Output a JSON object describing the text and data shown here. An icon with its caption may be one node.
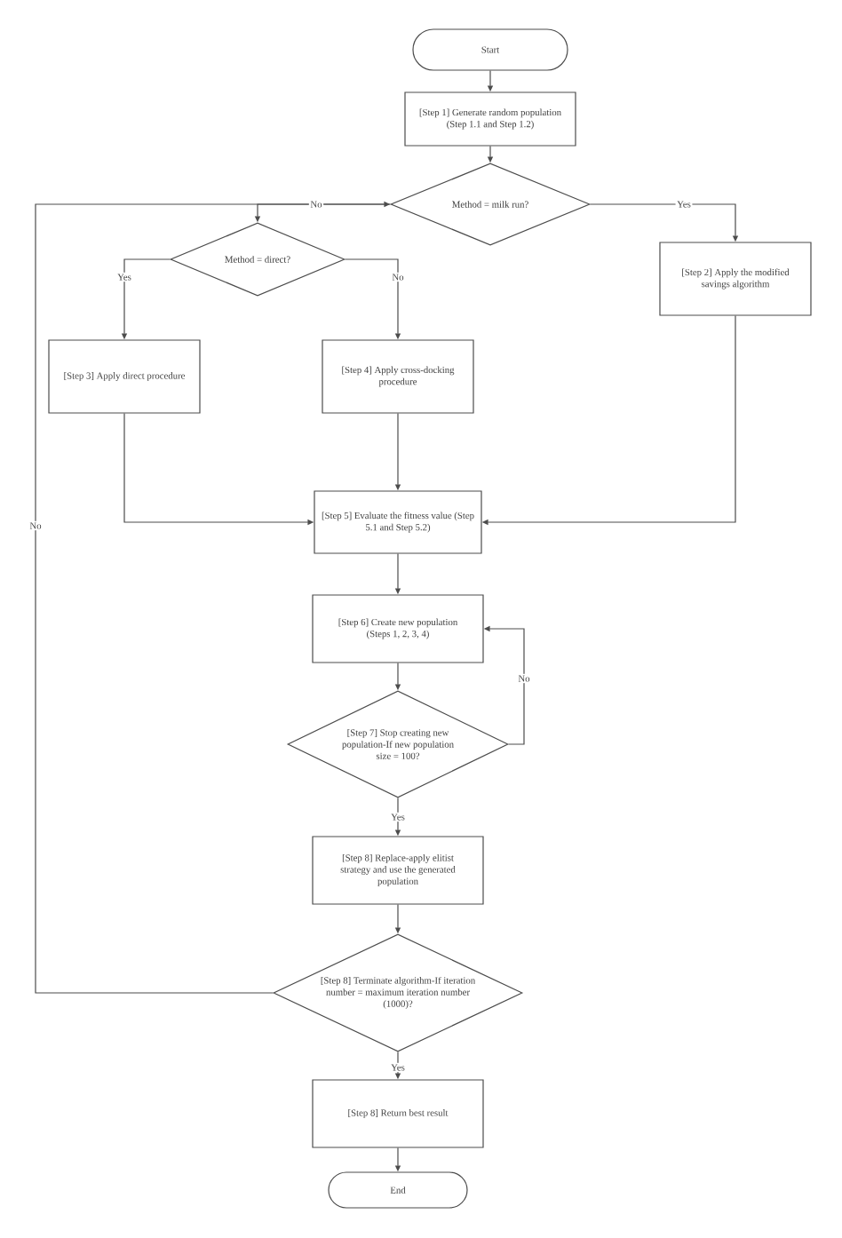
{
  "diagram": {
    "nodes": [
      {
        "text": [
          "Start"
        ]
      },
      {
        "text": [
          "[Step 1] Generate random population (Step 1.1 and Step 1.2)"
        ]
      },
      {
        "text": [
          "Method = milk run?"
        ]
      },
      {
        "text": [
          "Method = direct?"
        ]
      },
      {
        "text": [
          "[Step 2] Apply the modified savings algorithm"
        ]
      },
      {
        "text": [
          "[Step 3] Apply direct procedure"
        ]
      },
      {
        "text": [
          "[Step 4] Apply cross-docking procedure"
        ]
      },
      {
        "text": [
          "[Step 5] Evaluate the fitness value (Step 5.1 and Step 5.2)"
        ]
      },
      {
        "text": [
          "[Step 6] Create new population (Steps 1, 2, 3, 4)"
        ]
      },
      {
        "text": [
          "[Step 7] Stop creating new population-If new population size = 100?"
        ]
      },
      {
        "text": [
          "[Step 8] Replace-apply elitist strategy and use the generated population"
        ]
      },
      {
        "text": [
          "[Step 8] Terminate algorithm-If iteration number = maximum iteration number (1000)?"
        ]
      },
      {
        "text": [
          "[Step 8] Return best result"
        ]
      },
      {
        "text": [
          "End"
        ]
      }
    ],
    "edges": [
      {
        "from": 0,
        "to": 1,
        "arrow": "to"
      },
      {
        "from": 1,
        "to": 2,
        "arrow": "to"
      },
      {
        "from": 2,
        "to": 3,
        "arrow": "to",
        "label": "No"
      },
      {
        "from": 2,
        "to": 4,
        "arrow": "to",
        "label": "Yes"
      },
      {
        "from": 3,
        "to": 5,
        "arrow": "to",
        "label": "Yes"
      },
      {
        "from": 3,
        "to": 6,
        "arrow": "to",
        "label": "No"
      },
      {
        "from": 5,
        "to": 7,
        "arrow": "to"
      },
      {
        "from": 6,
        "to": 7,
        "arrow": "to"
      },
      {
        "from": 4,
        "to": 7,
        "arrow": "to"
      },
      {
        "from": 7,
        "to": 8,
        "arrow": "to"
      },
      {
        "from": 8,
        "to": 9,
        "arrow": "to"
      },
      {
        "from": 9,
        "to": 8,
        "arrow": "to",
        "label": "No"
      },
      {
        "from": 9,
        "to": 10,
        "arrow": "to",
        "label": "Yes"
      },
      {
        "from": 10,
        "to": 11,
        "arrow": "to"
      },
      {
        "from": 11,
        "to": 2,
        "arrow": "to",
        "label": "No"
      },
      {
        "from": 11,
        "to": 12,
        "arrow": "to",
        "label": "Yes"
      },
      {
        "from": 12,
        "to": 13,
        "arrow": "to"
      }
    ]
  }
}
